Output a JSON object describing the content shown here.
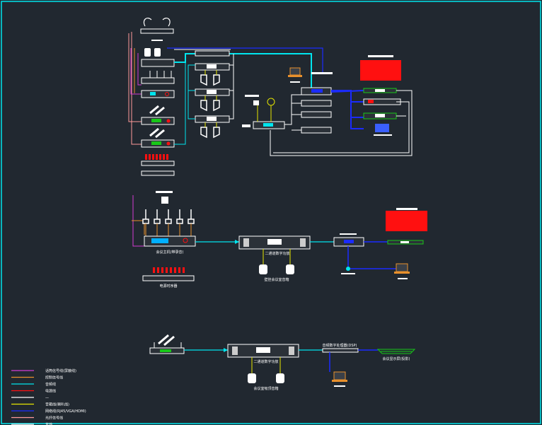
{
  "colors": {
    "background": "#212830",
    "frame": "#00e5ee",
    "cyan": "#00e5ee",
    "blue": "#1b2bff",
    "white": "#ffffff",
    "magenta": "#d23cd2",
    "orange": "#e8902c",
    "pink": "#ff9a9a",
    "red": "#ff1010",
    "yellow": "#e6e600",
    "green": "#18c818"
  },
  "legend": {
    "items": [
      {
        "color": "#d23cd2",
        "label": "话筒信号线(屏蔽线)"
      },
      {
        "color": "#e8902c",
        "label": "控制信号线"
      },
      {
        "color": "#00e5ee",
        "label": "音频线"
      },
      {
        "color": "#ff1010",
        "label": "电源线"
      },
      {
        "color": "#ffffff",
        "label": "—"
      },
      {
        "color": "#e6e600",
        "label": "音箱线(喇叭线)"
      },
      {
        "color": "#1b2bff",
        "label": "网络线(RJ45/VGA/HDMI)"
      },
      {
        "color": "#ff9a9a",
        "label": "光纤信号线"
      },
      {
        "color": "#ffffff",
        "label": "其他"
      }
    ]
  },
  "labels": {
    "mixer_section2": "会议主机(带录音)",
    "amp_section2": "二通道数字功放",
    "speakers_section2": "壁挂会议室音箱",
    "power_section2": "电源时序器",
    "amp_section3": "二通道数字功放",
    "speakers_section3": "会议室吸顶音箱",
    "processor_section3": "音频数字处理器(DSP)",
    "display_section3": "会议显示屏(投影)"
  }
}
